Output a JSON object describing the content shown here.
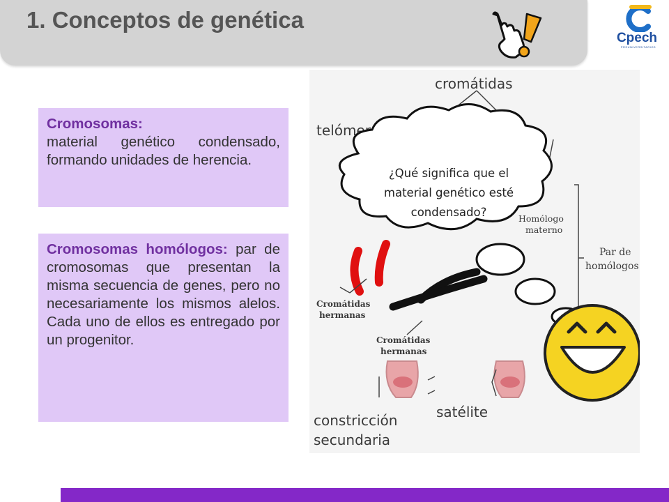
{
  "header": {
    "title": "1. Conceptos de genética"
  },
  "logo": {
    "brand": "Cpech",
    "tagline": "PREUNIVERSITARIOS"
  },
  "box1": {
    "heading": "Cromosomas:",
    "body": "material genético condensado, formando unidades de herencia."
  },
  "box2": {
    "heading": "Cromosomas homólogos:",
    "body": " par de cromosomas que presentan la misma secuencia de genes, pero no necesariamente los mismos alelos. Cada uno de ellos es  entregado por un progenitor."
  },
  "figure": {
    "labels": {
      "cromatidas": "cromátidas",
      "telomero": "telómero",
      "homologo_line1": "Homólogo",
      "homologo_line2": "materno",
      "par_line1": "Par de",
      "par_line2": "homólogos",
      "crom_h1_line1": "Cromátidas",
      "crom_h1_line2": "hermanas",
      "crom_h2_line1": "Cromátidas",
      "crom_h2_line2": "hermanas",
      "satelite": "satélite",
      "constriccion_line1": "constricción",
      "constriccion_line2": "secundaria"
    },
    "cloud": {
      "line1": "¿Qué significa que el",
      "line2": "material genético esté",
      "line3": "condensado?"
    }
  },
  "colors": {
    "accent": "#8428c8",
    "box_bg": "#e0c8f7",
    "heading": "#7030a0"
  },
  "icons": [
    "pointing-hand-exclamation-icon",
    "cpech-logo",
    "laughing-smiley-icon"
  ]
}
